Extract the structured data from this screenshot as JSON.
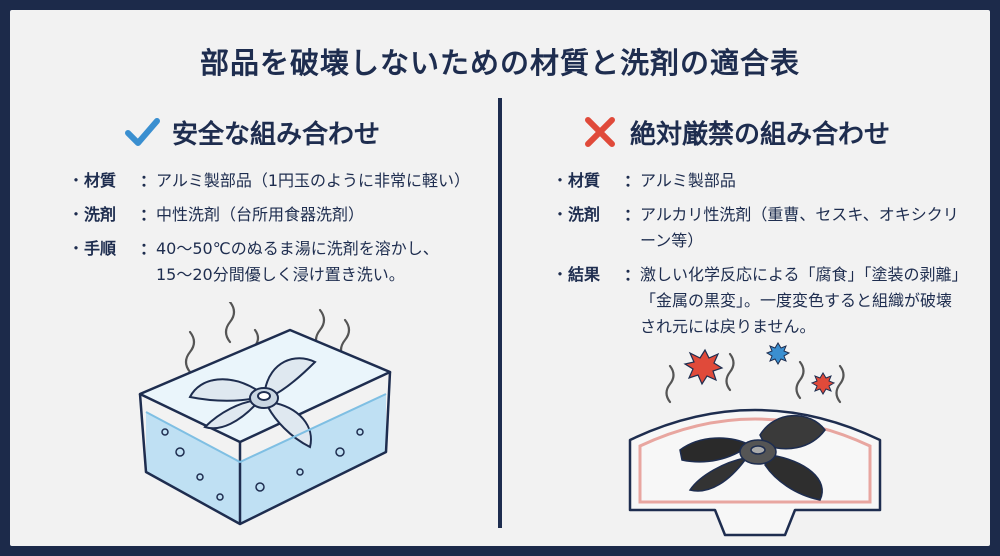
{
  "title": "部品を破壊しないための材質と洗剤の適合表",
  "safe": {
    "heading": "安全な組み合わせ",
    "icon": "check-icon",
    "icon_color": "#3a8fd0",
    "rows": [
      {
        "label": "材質",
        "lines": [
          "アルミ製部品（1円玉のように非常に軽い）"
        ]
      },
      {
        "label": "洗剤",
        "lines": [
          "中性洗剤（台所用食器洗剤）"
        ]
      },
      {
        "label": "手順",
        "lines": [
          "40〜50℃のぬるま湯に洗剤を溶かし、",
          "15〜20分間優しく浸け置き洗い。"
        ]
      }
    ]
  },
  "danger": {
    "heading": "絶対厳禁の組み合わせ",
    "icon": "cross-icon",
    "icon_color": "#e04a3a",
    "rows": [
      {
        "label": "材質",
        "lines": [
          "アルミ製部品"
        ]
      },
      {
        "label": "洗剤",
        "lines": [
          "アルカリ性洗剤（重曹、セスキ、オキシクリーン等）"
        ]
      },
      {
        "label": "結果",
        "lines": [
          "激しい化学反応による「腐食」「塗装の剥離」",
          "「金属の黒変」。一度変色すると組織が破壊",
          "され元には戻りません。"
        ]
      }
    ]
  },
  "colors": {
    "navy": "#1e2d4f",
    "background": "#f2f2f2",
    "water": "#bfe0f3",
    "corrosion": "#e04a3a"
  }
}
